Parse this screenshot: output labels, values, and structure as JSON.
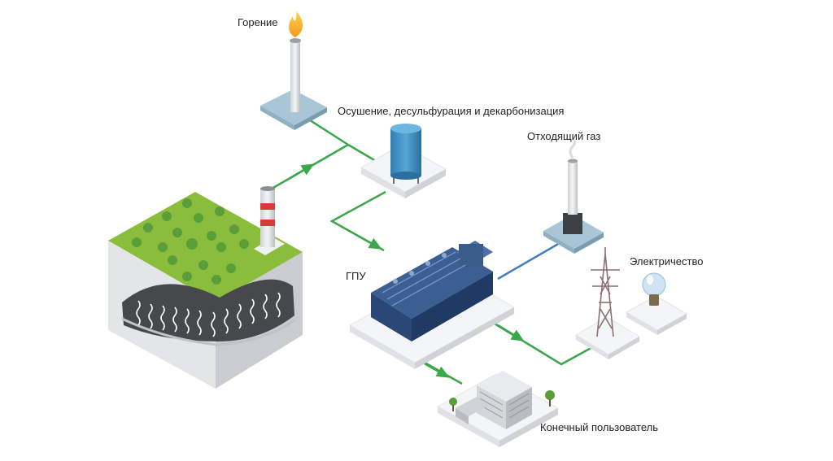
{
  "labels": {
    "combustion": "Горение",
    "treatment": "Осушение, десульфурация и декарбонизация",
    "exhaust": "Отходящий газ",
    "gpu": "ГПУ",
    "electricity": "Электричество",
    "end_user": "Конечный пользователь"
  },
  "colors": {
    "flow_line": "#3aa84a",
    "exhaust_line": "#3f7fc0",
    "grass": "#8bbd3c",
    "tree": "#5a9e3a",
    "platform": "#f4f5f6",
    "pad_blue": "#a8c6d6",
    "tank": "#3f93c5",
    "engine": "#2f4f7f",
    "tower": "#8a6f73"
  },
  "icons": [
    "flame-icon",
    "tree-icon",
    "chimney-icon",
    "tank-icon",
    "stack-icon",
    "engine-icon",
    "pylon-icon",
    "lightbulb-icon",
    "building-icon"
  ]
}
